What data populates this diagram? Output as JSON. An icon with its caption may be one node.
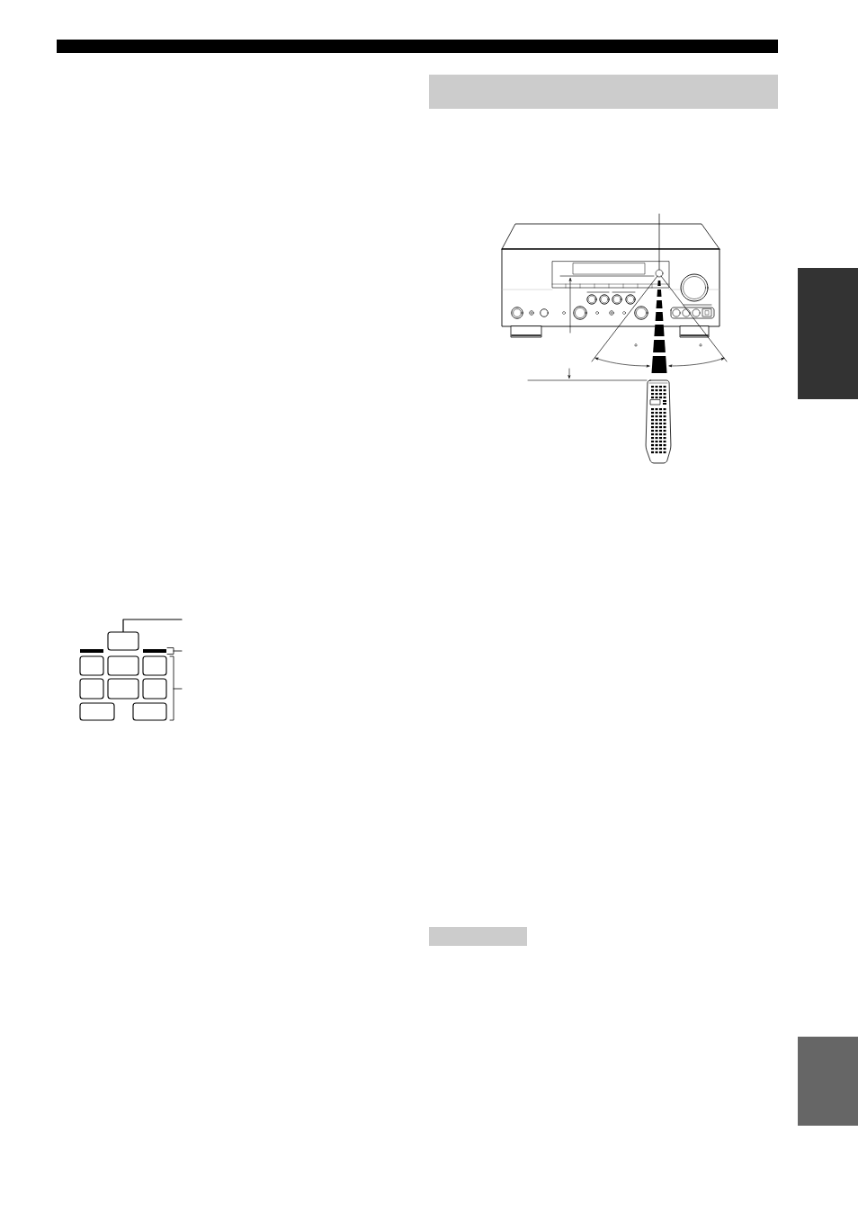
{
  "diagram": {
    "nodes": [
      {
        "text": [],
        "shape": "box"
      },
      {
        "text": [],
        "shape": "box"
      },
      {
        "text": [],
        "shape": "box"
      },
      {
        "text": [],
        "shape": "box"
      },
      {
        "text": [],
        "shape": "box"
      },
      {
        "text": [],
        "shape": "box"
      },
      {
        "text": [],
        "shape": "box"
      },
      {
        "text": [],
        "shape": "box"
      },
      {
        "text": [],
        "shape": "box"
      },
      {
        "text": [],
        "shape": "bar"
      },
      {
        "text": [],
        "shape": "circle"
      },
      {
        "text": [],
        "shape": "bar"
      },
      {
        "text": [],
        "shape": "bar"
      },
      {
        "text": [],
        "shape": "bar"
      }
    ],
    "edges": [
      {
        "from": null,
        "to": 0,
        "arrow": "none"
      },
      {
        "from": null,
        "to": 10,
        "arrow": "none"
      }
    ],
    "labels": [
      "°",
      "°"
    ]
  }
}
